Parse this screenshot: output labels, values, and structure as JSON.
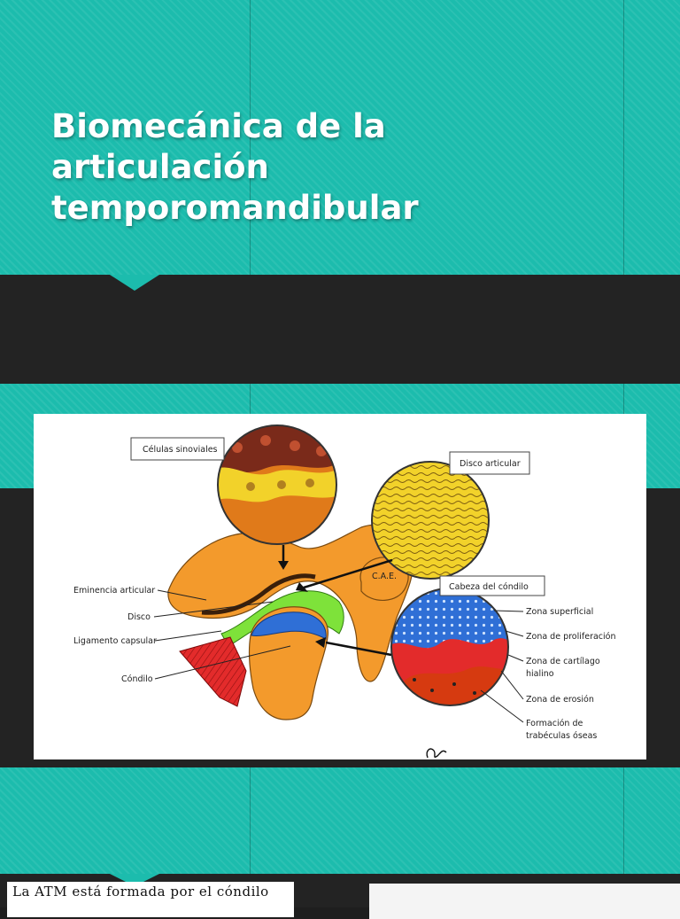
{
  "slide": {
    "title_lines": [
      "Biomecánica de la",
      "articulación",
      "temporomandibular"
    ]
  },
  "figure": {
    "labels": {
      "celulas_sinoviales": "Células sinoviales",
      "disco_articular": "Disco articular",
      "cabeza_condilo": "Cabeza del cóndilo",
      "eminencia_articular": "Eminencia articular",
      "disco": "Disco",
      "ligamento_capsular": "Ligamento capsular",
      "condilo": "Cóndilo",
      "zona_superficial": "Zona superficial",
      "zona_proliferacion": "Zona de proliferación",
      "zona_cartilago_1": "Zona de cartílago",
      "zona_cartilago_2": "hialino",
      "zona_erosion": "Zona de erosión",
      "formacion_1": "Formación de",
      "formacion_2": "trabéculas óseas",
      "cae": "C.A.E."
    }
  },
  "next_page": {
    "text": "La ATM está formada por el cóndilo"
  },
  "colors": {
    "teal": "#1cbcad",
    "dark": "#232323",
    "bone": "#f39a2c",
    "disc": "#7ee23a",
    "condyle_cap": "#2f6fd6",
    "muscle": "#e32b2b",
    "cells": "#f2d22a"
  }
}
